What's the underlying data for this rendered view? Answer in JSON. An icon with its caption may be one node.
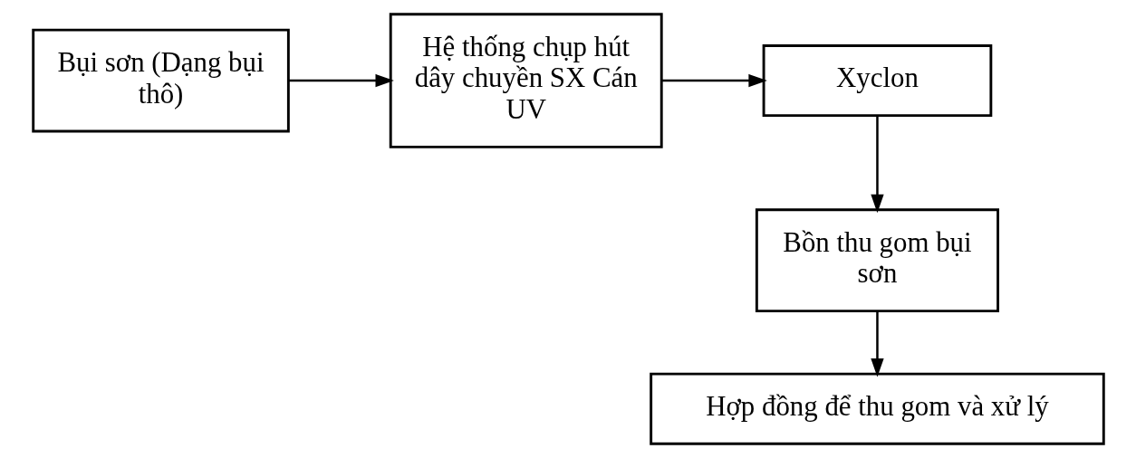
{
  "diagram": {
    "nodes": [
      {
        "text": [
          "Bụi sơn (Dạng bụi thô)"
        ]
      },
      {
        "text": [
          "Hệ thống chụp hút dây chuyền SX Cán UV"
        ]
      },
      {
        "text": [
          "Xyclon"
        ]
      },
      {
        "text": [
          "Bồn thu gom bụi sơn"
        ]
      },
      {
        "text": [
          "Hợp đồng để thu gom và xử lý"
        ]
      }
    ],
    "edges": [
      {
        "from": 0,
        "to": 1,
        "arrow": "to"
      },
      {
        "from": 1,
        "to": 2,
        "arrow": "to"
      },
      {
        "from": 2,
        "to": 3,
        "arrow": "to"
      },
      {
        "from": 3,
        "to": 4,
        "arrow": "to"
      }
    ]
  }
}
